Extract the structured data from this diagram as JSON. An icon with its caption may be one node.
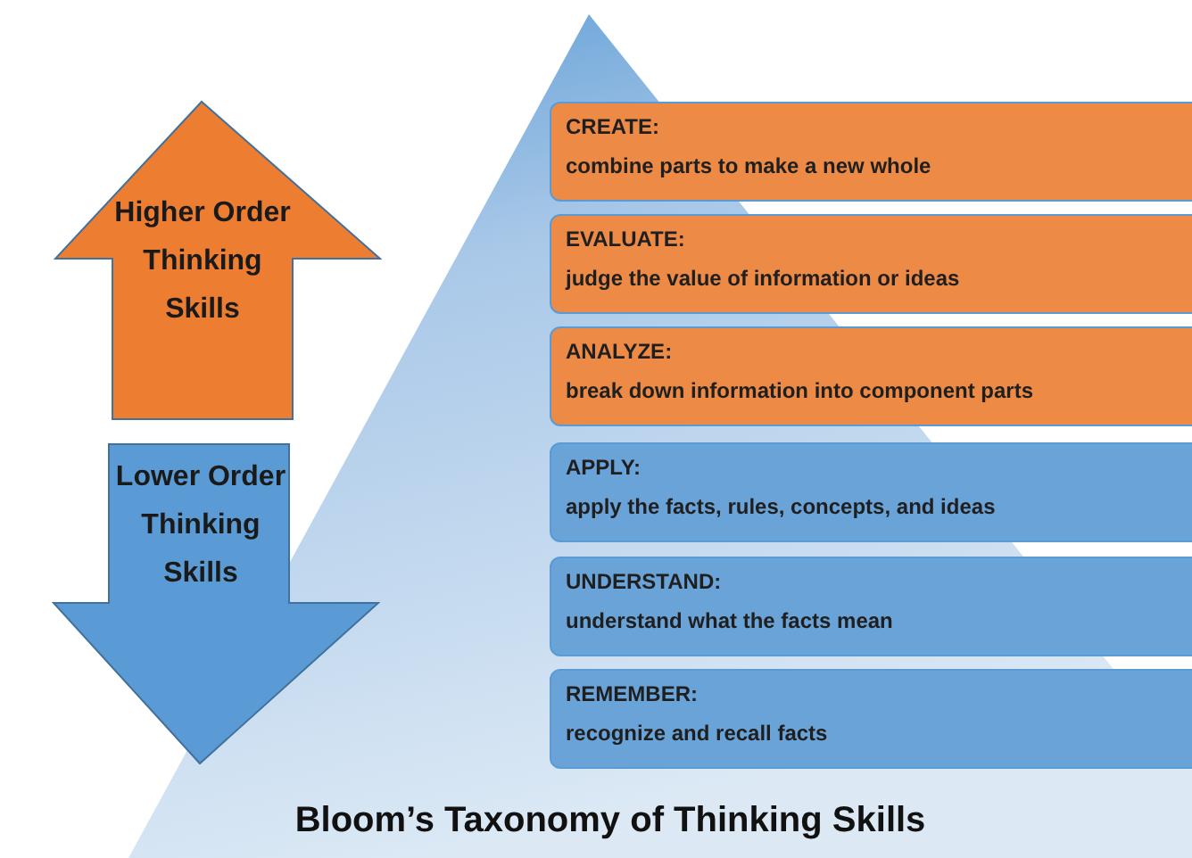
{
  "diagram": {
    "title": "Bloom’s Taxonomy of Thinking Skills",
    "nodes": [
      {
        "text": [
          "Higher Order Thinking Skills"
        ]
      },
      {
        "text": [
          "Lower Order Thinking Skills"
        ]
      },
      {
        "text": [
          "CREATE:",
          "combine parts to make a new whole"
        ]
      },
      {
        "text": [
          "EVALUATE:",
          "judge the value of information or ideas"
        ]
      },
      {
        "text": [
          "ANALYZE:",
          "break down information into component parts"
        ]
      },
      {
        "text": [
          "APPLY:",
          "apply the facts, rules, concepts, and ideas"
        ]
      },
      {
        "text": [
          "UNDERSTAND:",
          "understand what the facts mean"
        ]
      },
      {
        "text": [
          "REMEMBER:",
          "recognize and recall facts"
        ]
      }
    ]
  }
}
